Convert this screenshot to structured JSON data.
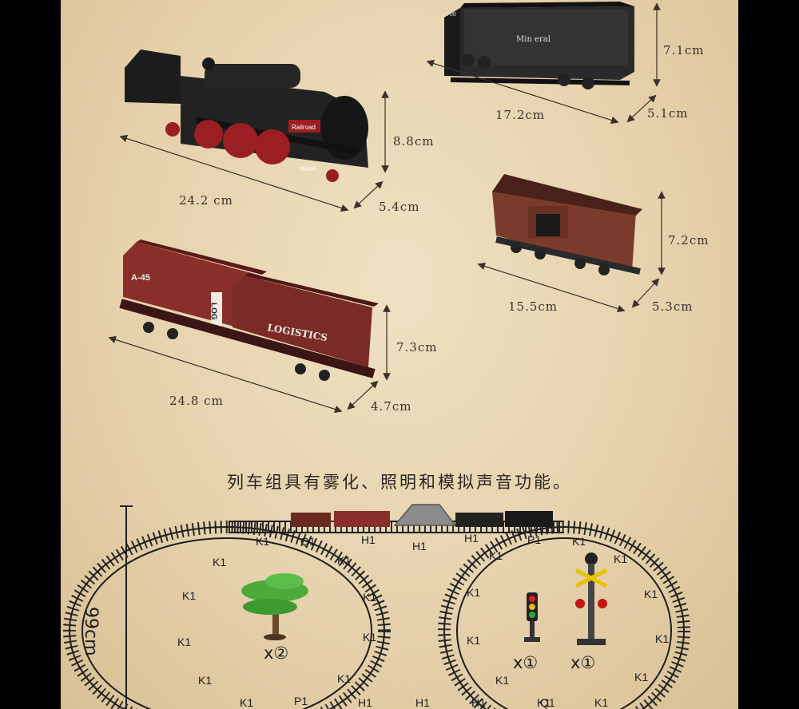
{
  "dimensions": {
    "tender_height": "7.1cm",
    "tender_length": "17.2cm",
    "tender_width": "5.1cm",
    "locomotive_height": "8.8cm",
    "locomotive_length": "24.2 cm",
    "locomotive_width": "5.4cm",
    "caboose_height": "7.2cm",
    "caboose_length": "15.5cm",
    "caboose_width": "5.3cm",
    "flatcar_height": "7.3cm",
    "flatcar_length": "24.8 cm",
    "flatcar_width": "4.7cm"
  },
  "car_markings": {
    "tender_text": "Min eral",
    "tender_code": "A-08",
    "loco_plate": "Railroad",
    "loco_front": "BW36",
    "container_left_code": "A-45",
    "container_left_vertical": "LOG",
    "container_right_text": "LOGISTICS"
  },
  "caption": "列车组具有雾化、照明和模拟声音功能。",
  "layout_size_label": "99cm",
  "track_labels": {
    "left": [
      "K1",
      "Q1",
      "H1",
      "K1",
      "K1",
      "K1",
      "K1",
      "K1",
      "K1",
      "K1",
      "K1",
      "K1",
      "P1",
      "H1"
    ],
    "middle": [
      "H1",
      "H1",
      "H1",
      "H1"
    ],
    "right": [
      "K1",
      "P1",
      "K1",
      "K1",
      "K1",
      "K1",
      "K1",
      "K1",
      "K1",
      "K1",
      "K1",
      "Q1",
      "K1"
    ]
  },
  "accessory_quantities": {
    "tree": "x②",
    "traffic_light": "x①",
    "crossing_signal": "x①"
  },
  "colors": {
    "background": "#e8d6b2",
    "track": "#1e1e1e",
    "locomotive": "#1c1c1c",
    "boxcar_red": "#7a2b26",
    "caboose": "#7b3b2c",
    "tree": "#4caa3a"
  }
}
